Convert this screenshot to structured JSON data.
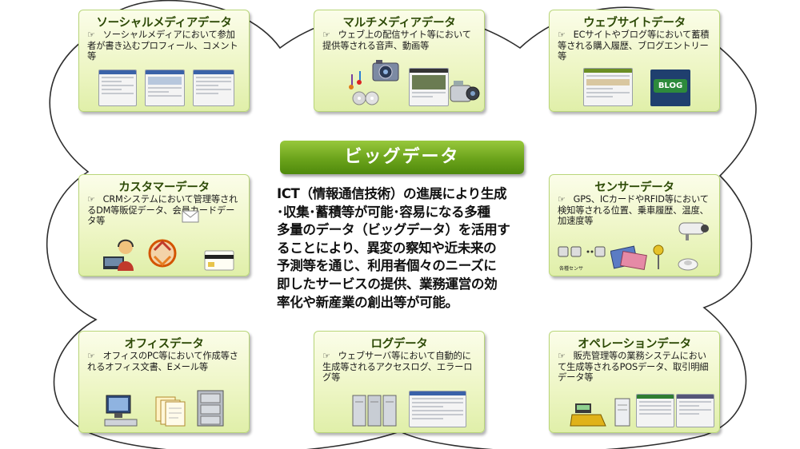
{
  "center": {
    "title": "ビッグデータ",
    "lines": [
      "ICT（情報通信技術）の進展により生成",
      "･収集･蓄積等が可能･容易になる多種",
      "多量のデータ（ビッグデータ）を活用す",
      "ることにより、異変の察知や近未来の",
      "予測等を通じ、利用者個々のニーズに",
      "即したサービスの提供、業務運営の効",
      "率化や新産業の創出等が可能。"
    ]
  },
  "bullet_mark": "☞",
  "cards": {
    "social": {
      "title": "ソーシャルメディアデータ",
      "desc": "ソーシャルメディアにおいて参加者が書き込むプロフィール、コメント等"
    },
    "multimedia": {
      "title": "マルチメディアデータ",
      "desc": "ウェブ上の配信サイト等において提供等される音声、動画等"
    },
    "website": {
      "title": "ウェブサイトデータ",
      "desc": "ECサイトやブログ等において蓄積等される購入履歴、ブログエントリー等",
      "blog_label": "BLOG"
    },
    "customer": {
      "title": "カスタマーデータ",
      "desc": "CRMシステムにおいて管理等されるDM等販促データ、会員カードデータ等"
    },
    "sensor": {
      "title": "センサーデータ",
      "desc": "GPS、ICカードやRFID等において検知等される位置、乗車履歴、温度、加速度等",
      "sensor_label": "各種センサ"
    },
    "office": {
      "title": "オフィスデータ",
      "desc": "オフィスのPC等において作成等されるオフィス文書、Eメール等"
    },
    "log": {
      "title": "ログデータ",
      "desc": "ウェブサーバ等において自動的に生成等されるアクセスログ、エラーログ等"
    },
    "operation": {
      "title": "オペレーションデータ",
      "desc": "販売管理等の業務システムにおいて生成等されるPOSデータ、取引明細データ等"
    }
  }
}
